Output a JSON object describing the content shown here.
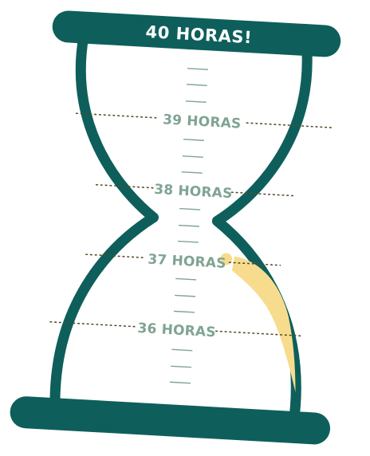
{
  "title": "40 HORAS!",
  "markers": [
    {
      "label": "39 HORAS"
    },
    {
      "label": "38 HORAS"
    },
    {
      "label": "37 HORAS"
    },
    {
      "label": "36 HORAS"
    }
  ],
  "colors": {
    "frame": "#0e5f5b",
    "glass_fill": "#ffffff",
    "marker_text": "#7fa493",
    "dotted_line": "#5a4a2a",
    "sand": "#f7dc8e",
    "title_text": "#ffffff"
  }
}
